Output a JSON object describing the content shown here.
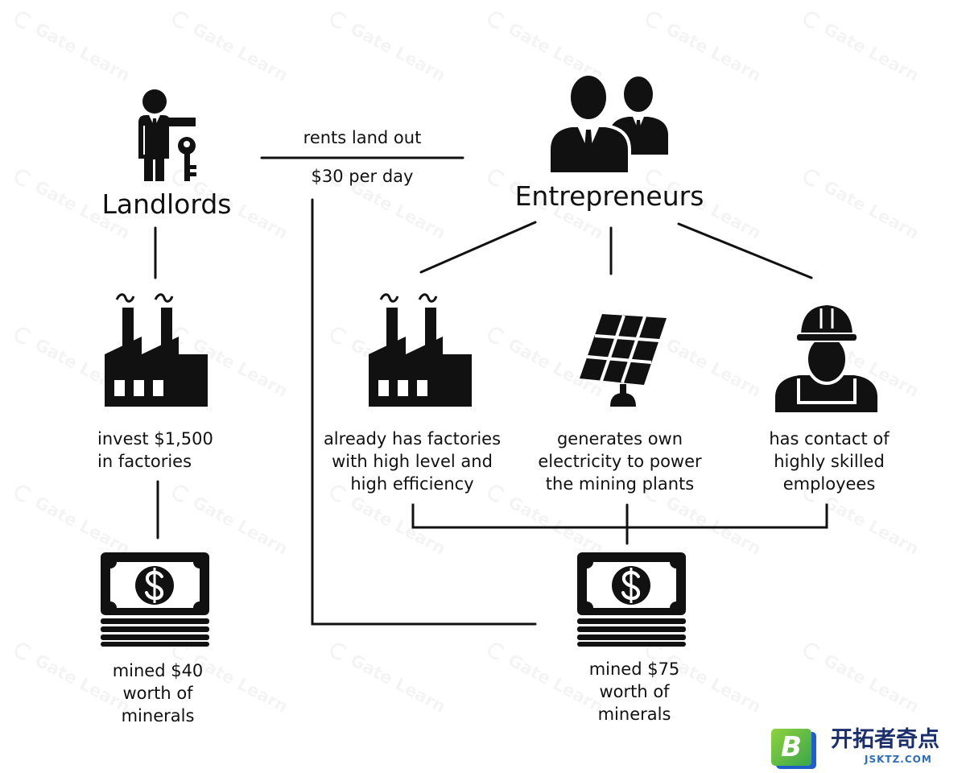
{
  "landlords": {
    "label": "Landlords",
    "icon": "landlord-with-key-icon",
    "factory_icon": "factory-icon",
    "investment_lines": [
      "invest $1,500",
      "in factories"
    ],
    "money_icon": "money-stack-icon",
    "result_lines": [
      "mined $40",
      "worth of",
      "minerals"
    ]
  },
  "rent": {
    "label_above": "rents land out",
    "label_below": "$30 per day"
  },
  "entrepreneurs": {
    "label": "Entrepreneurs",
    "icon": "businessmen-icon",
    "advantages": [
      {
        "icon": "factory-icon",
        "lines": [
          "already has factories",
          "with high level and",
          "high efficiency"
        ]
      },
      {
        "icon": "solar-panel-icon",
        "lines": [
          "generates own",
          "electricity to power",
          "the mining plants"
        ]
      },
      {
        "icon": "worker-icon",
        "lines": [
          "has contact of",
          "highly skilled",
          "employees"
        ]
      }
    ],
    "money_icon": "money-stack-icon",
    "result_lines": [
      "mined $75",
      "worth of",
      "minerals"
    ]
  },
  "watermark": "Gate Learn",
  "logo": {
    "letter": "B",
    "name": "开拓者奇点",
    "site": "JSKTZ.COM"
  },
  "colors": {
    "ink": "#111111",
    "background": "#ffffff",
    "logo_green": "#6cc24a",
    "logo_blue": "#1f5fc7",
    "logo_text": "#1b2f6b"
  }
}
